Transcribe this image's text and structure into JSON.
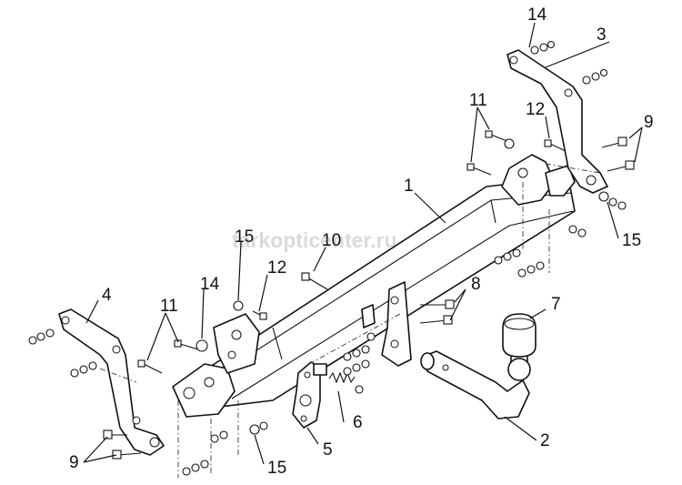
{
  "watermark": "tarkopticenter.ru",
  "labels": {
    "l1": "1",
    "l2": "2",
    "l3": "3",
    "l4": "4",
    "l5": "5",
    "l6": "6",
    "l7": "7",
    "l8": "8",
    "l9_left": "9",
    "l9_right": "9",
    "l10": "10",
    "l11_left": "11",
    "l11_right": "11",
    "l12_left": "12",
    "l12_right": "12",
    "l14_left": "14",
    "l14_top": "14",
    "l15_left_top": "15",
    "l15_left_bottom": "15",
    "l15_right": "15"
  },
  "colors": {
    "line": "#111111",
    "watermark": "#bdbdbd",
    "background": "#ffffff"
  }
}
